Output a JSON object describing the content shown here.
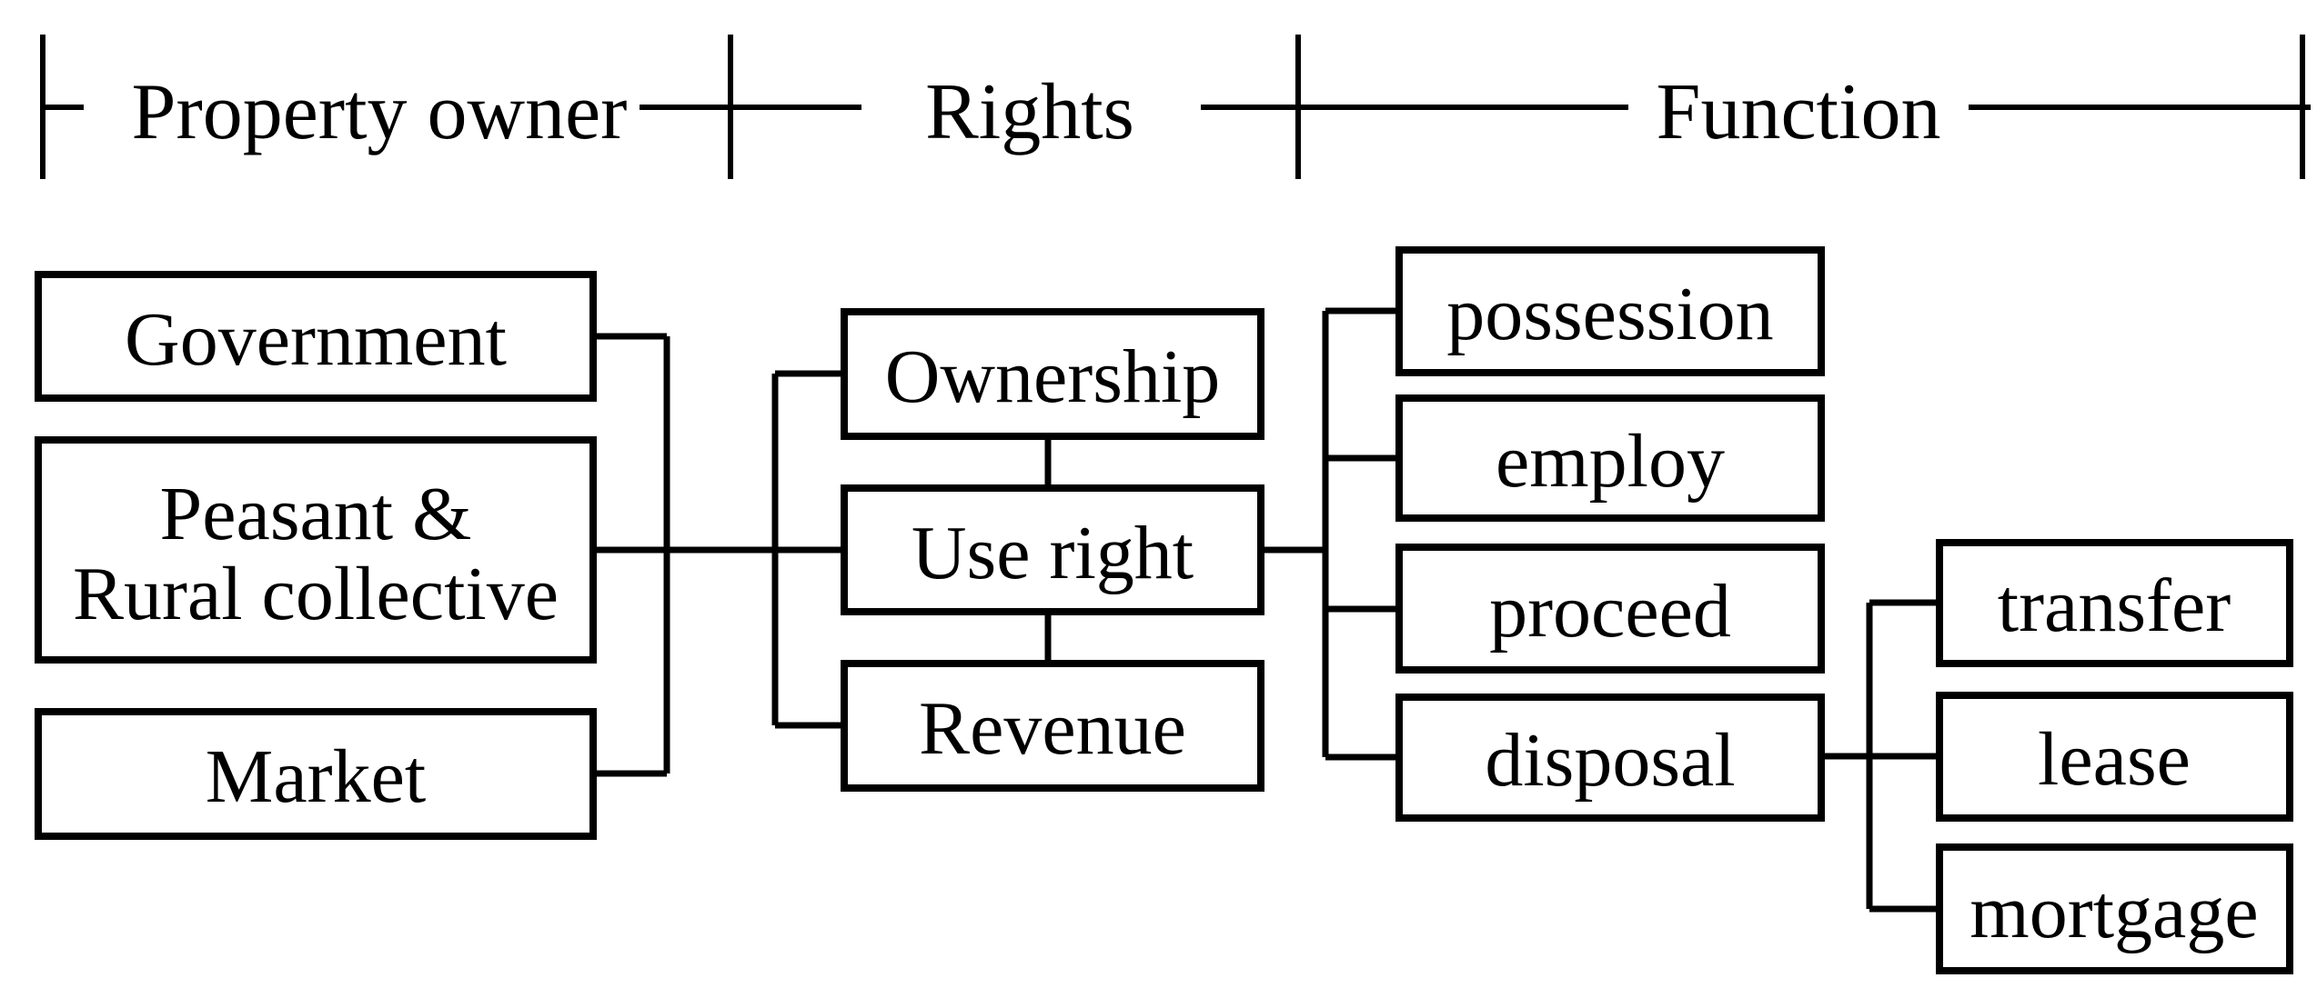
{
  "header": {
    "property_owner_label": "Property owner",
    "rights_label": "Rights",
    "function_label": "Function"
  },
  "nodes": {
    "government": "Government",
    "peasant_line1": "Peasant &",
    "peasant_line2": "Rural collective",
    "market": "Market",
    "ownership": "Ownership",
    "use_right": "Use right",
    "revenue": "Revenue",
    "possession": "possession",
    "employ": "employ",
    "proceed": "proceed",
    "disposal": "disposal",
    "transfer": "transfer",
    "lease": "lease",
    "mortgage": "mortgage"
  },
  "colors": {
    "line": "#000000",
    "background": "#ffffff",
    "box_fill": "#ffffff"
  }
}
